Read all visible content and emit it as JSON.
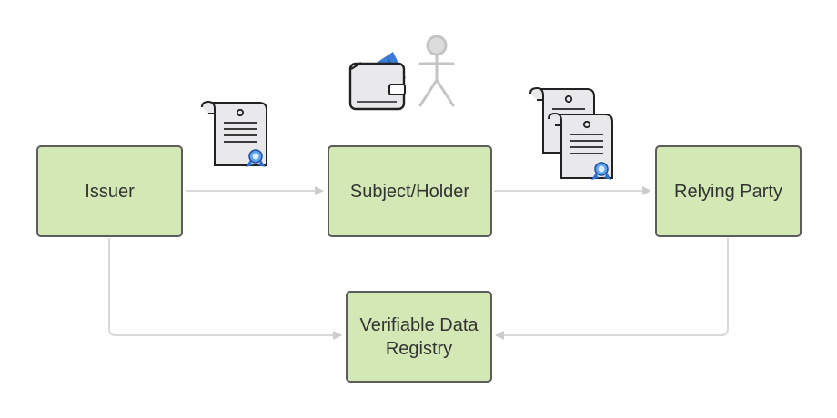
{
  "diagram": {
    "nodes": {
      "issuer": "Issuer",
      "holder": "Subject/Holder",
      "relying_party": "Relying Party",
      "registry": "Verifiable Data Registry"
    }
  },
  "colors": {
    "node_fill": "#d3e8b4",
    "node_border": "#5c5c5c",
    "edge": "#d9d9d9",
    "edge_arrow": "#cccccc",
    "wallet_blue": "#3d7cd6",
    "document_fill": "#e9e9ec"
  },
  "icons": [
    "credential-document-icon",
    "wallet-icon",
    "person-icon",
    "presentation-documents-icon"
  ]
}
